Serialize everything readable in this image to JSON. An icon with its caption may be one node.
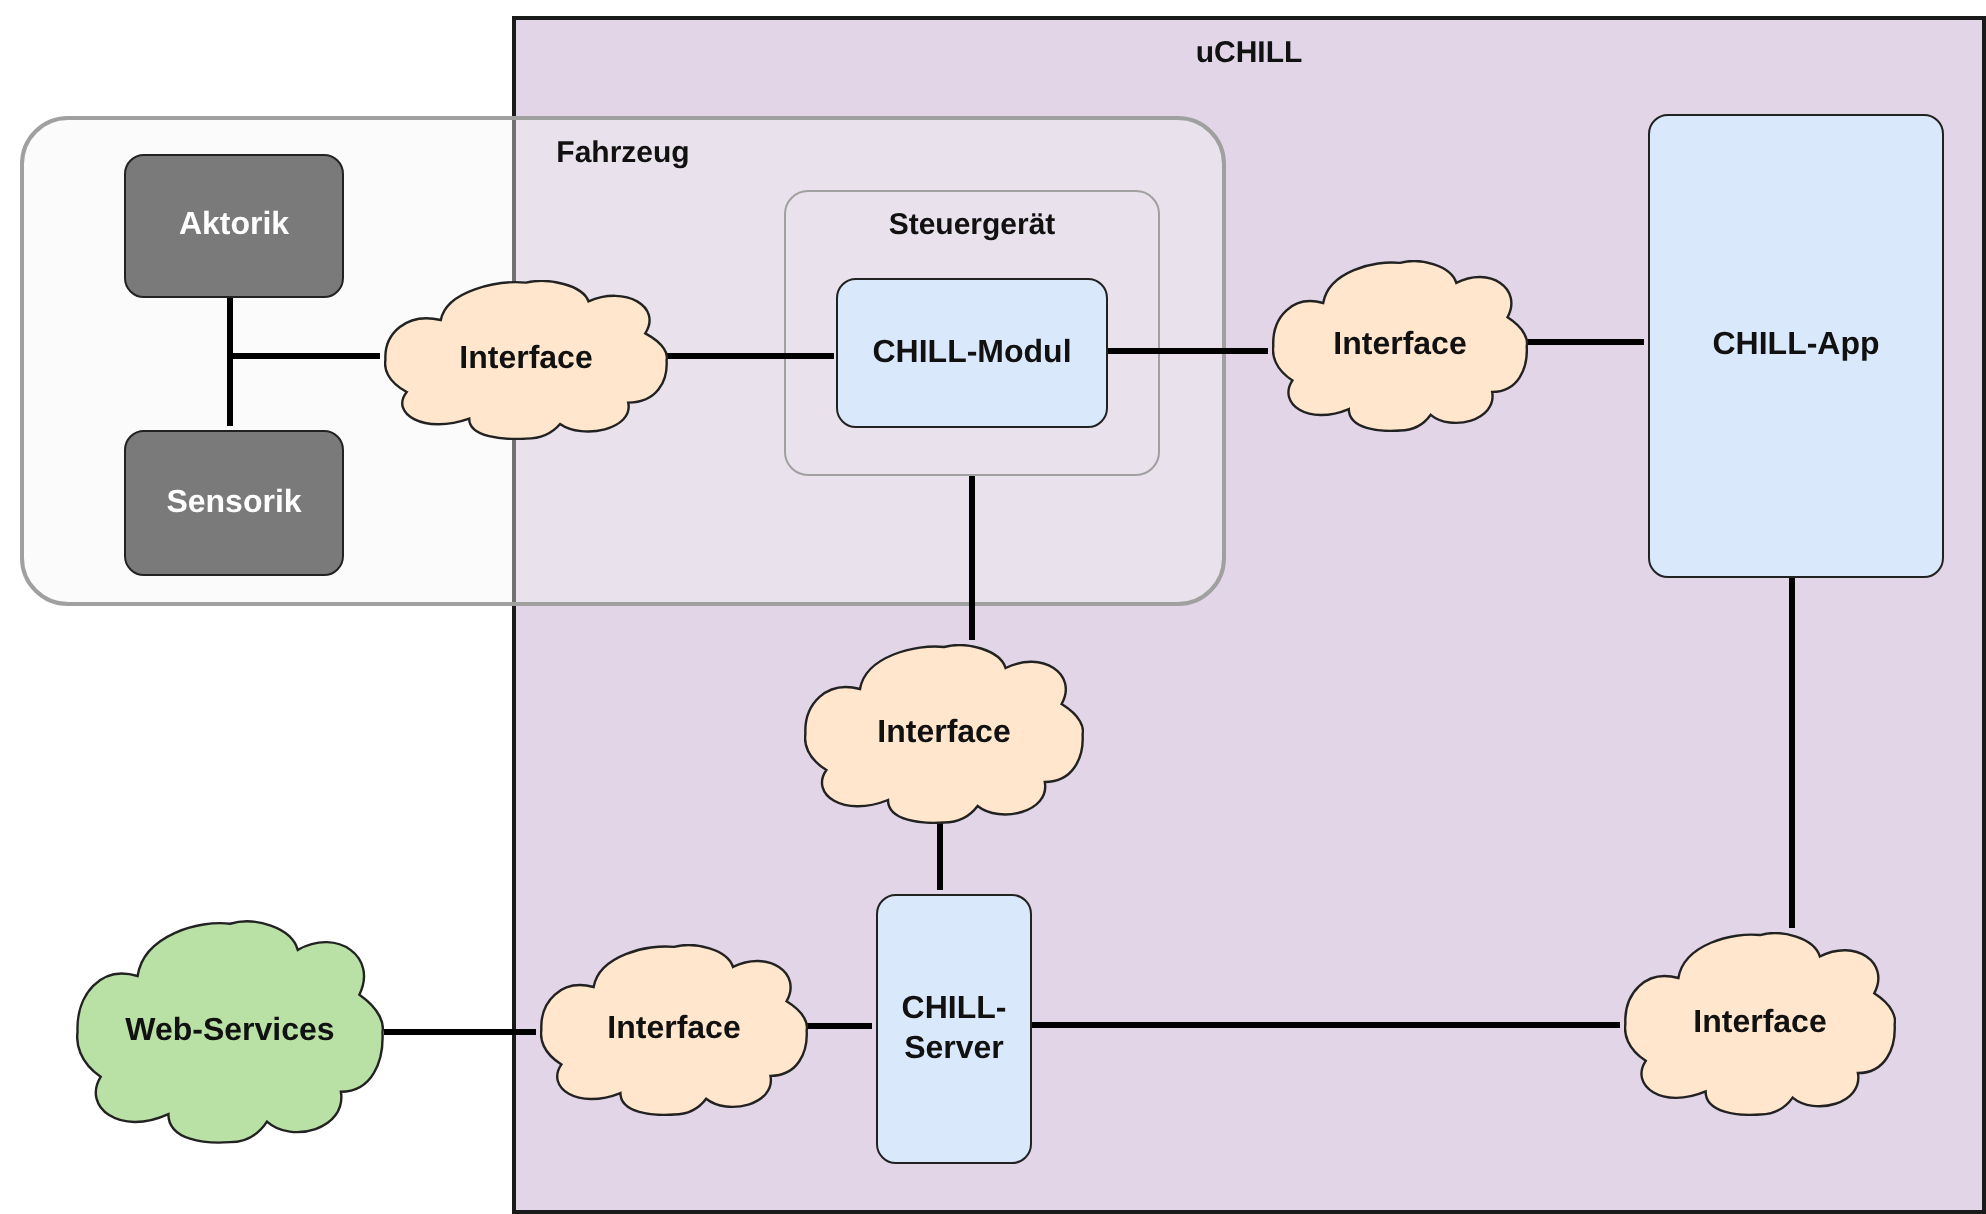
{
  "diagram": {
    "nodes": [
      {
        "text": [
          "uCHILL"
        ]
      },
      {
        "text": [
          "Fahrzeug"
        ]
      },
      {
        "text": [
          "Aktorik"
        ],
        "in": 1
      },
      {
        "text": [
          "Sensorik"
        ],
        "in": 1
      },
      {
        "text": [
          "Interface"
        ],
        "in": 1
      },
      {
        "text": [
          "Steuergerät"
        ]
      },
      {
        "text": [
          "CHILL-Modul"
        ],
        "in": 5
      },
      {
        "text": [
          "Interface"
        ],
        "in": 0
      },
      {
        "text": [
          "CHILL-App"
        ],
        "in": 0
      },
      {
        "text": [
          "Interface"
        ],
        "in": 0
      },
      {
        "text": [
          "CHILL-Server"
        ],
        "in": 0
      },
      {
        "text": [
          "Web-Services"
        ]
      },
      {
        "text": [
          "Interface"
        ],
        "in": 0
      },
      {
        "text": [
          "Interface"
        ],
        "in": 0
      }
    ],
    "edges": [
      {
        "from": 2,
        "to": 4,
        "arrow": "none"
      },
      {
        "from": 3,
        "to": 4,
        "arrow": "none"
      },
      {
        "from": 4,
        "to": 6,
        "arrow": "none"
      },
      {
        "from": 6,
        "to": 7,
        "arrow": "none"
      },
      {
        "from": 7,
        "to": 8,
        "arrow": "none"
      },
      {
        "from": 5,
        "to": 9,
        "arrow": "none"
      },
      {
        "from": 9,
        "to": 10,
        "arrow": "none"
      },
      {
        "from": 11,
        "to": 12,
        "arrow": "none"
      },
      {
        "from": 12,
        "to": 10,
        "arrow": "none"
      },
      {
        "from": 10,
        "to": 13,
        "arrow": "none"
      },
      {
        "from": 8,
        "to": 13,
        "arrow": "none"
      }
    ]
  }
}
